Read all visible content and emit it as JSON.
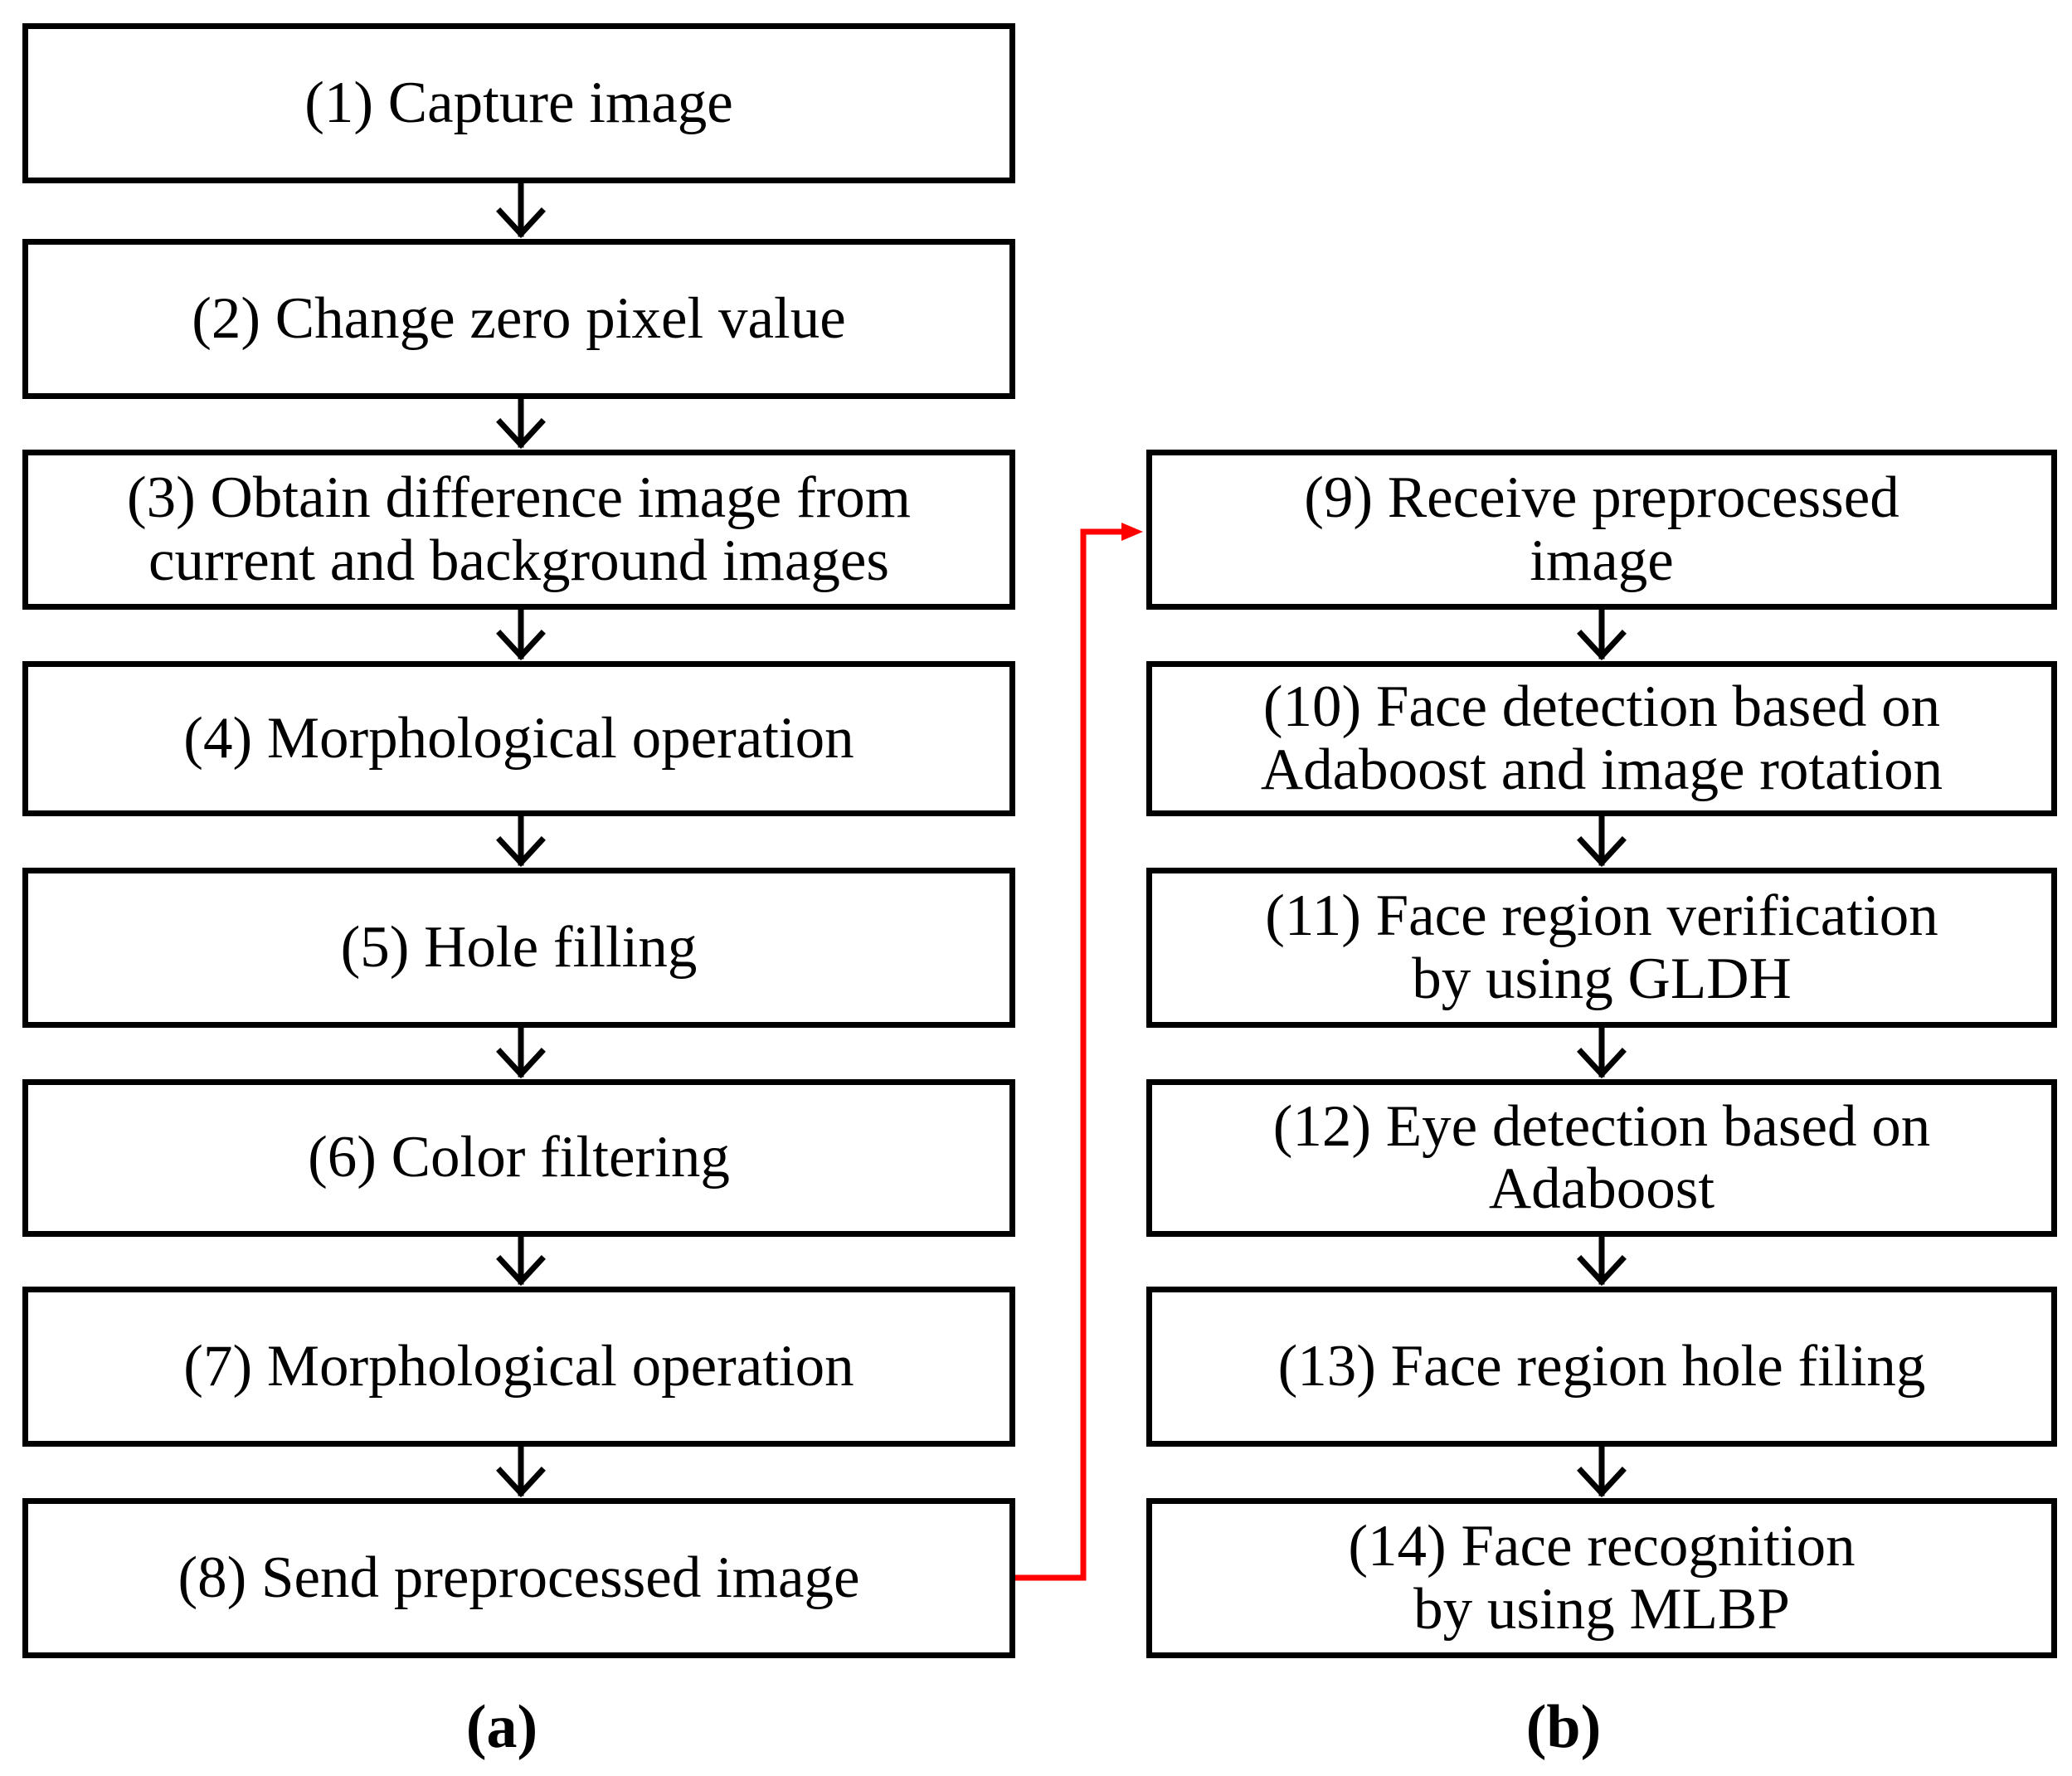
{
  "panel_a": {
    "label": "(a)",
    "steps": [
      "(1) Capture image",
      "(2) Change zero pixel value",
      "(3) Obtain difference image from\ncurrent and background images",
      "(4) Morphological operation",
      "(5) Hole filling",
      "(6) Color filtering",
      "(7) Morphological operation",
      "(8) Send preprocessed image"
    ]
  },
  "panel_b": {
    "label": "(b)",
    "steps": [
      "(9) Receive preprocessed\nimage",
      "(10) Face detection based on\nAdaboost and image rotation",
      "(11) Face region verification\nby using GLDH",
      "(12) Eye detection based on\nAdaboost",
      "(13) Face region hole filing",
      "(14) Face recognition\nby using MLBP"
    ]
  },
  "colors": {
    "stroke": "#000000",
    "transfer_link": "#ff0000"
  }
}
